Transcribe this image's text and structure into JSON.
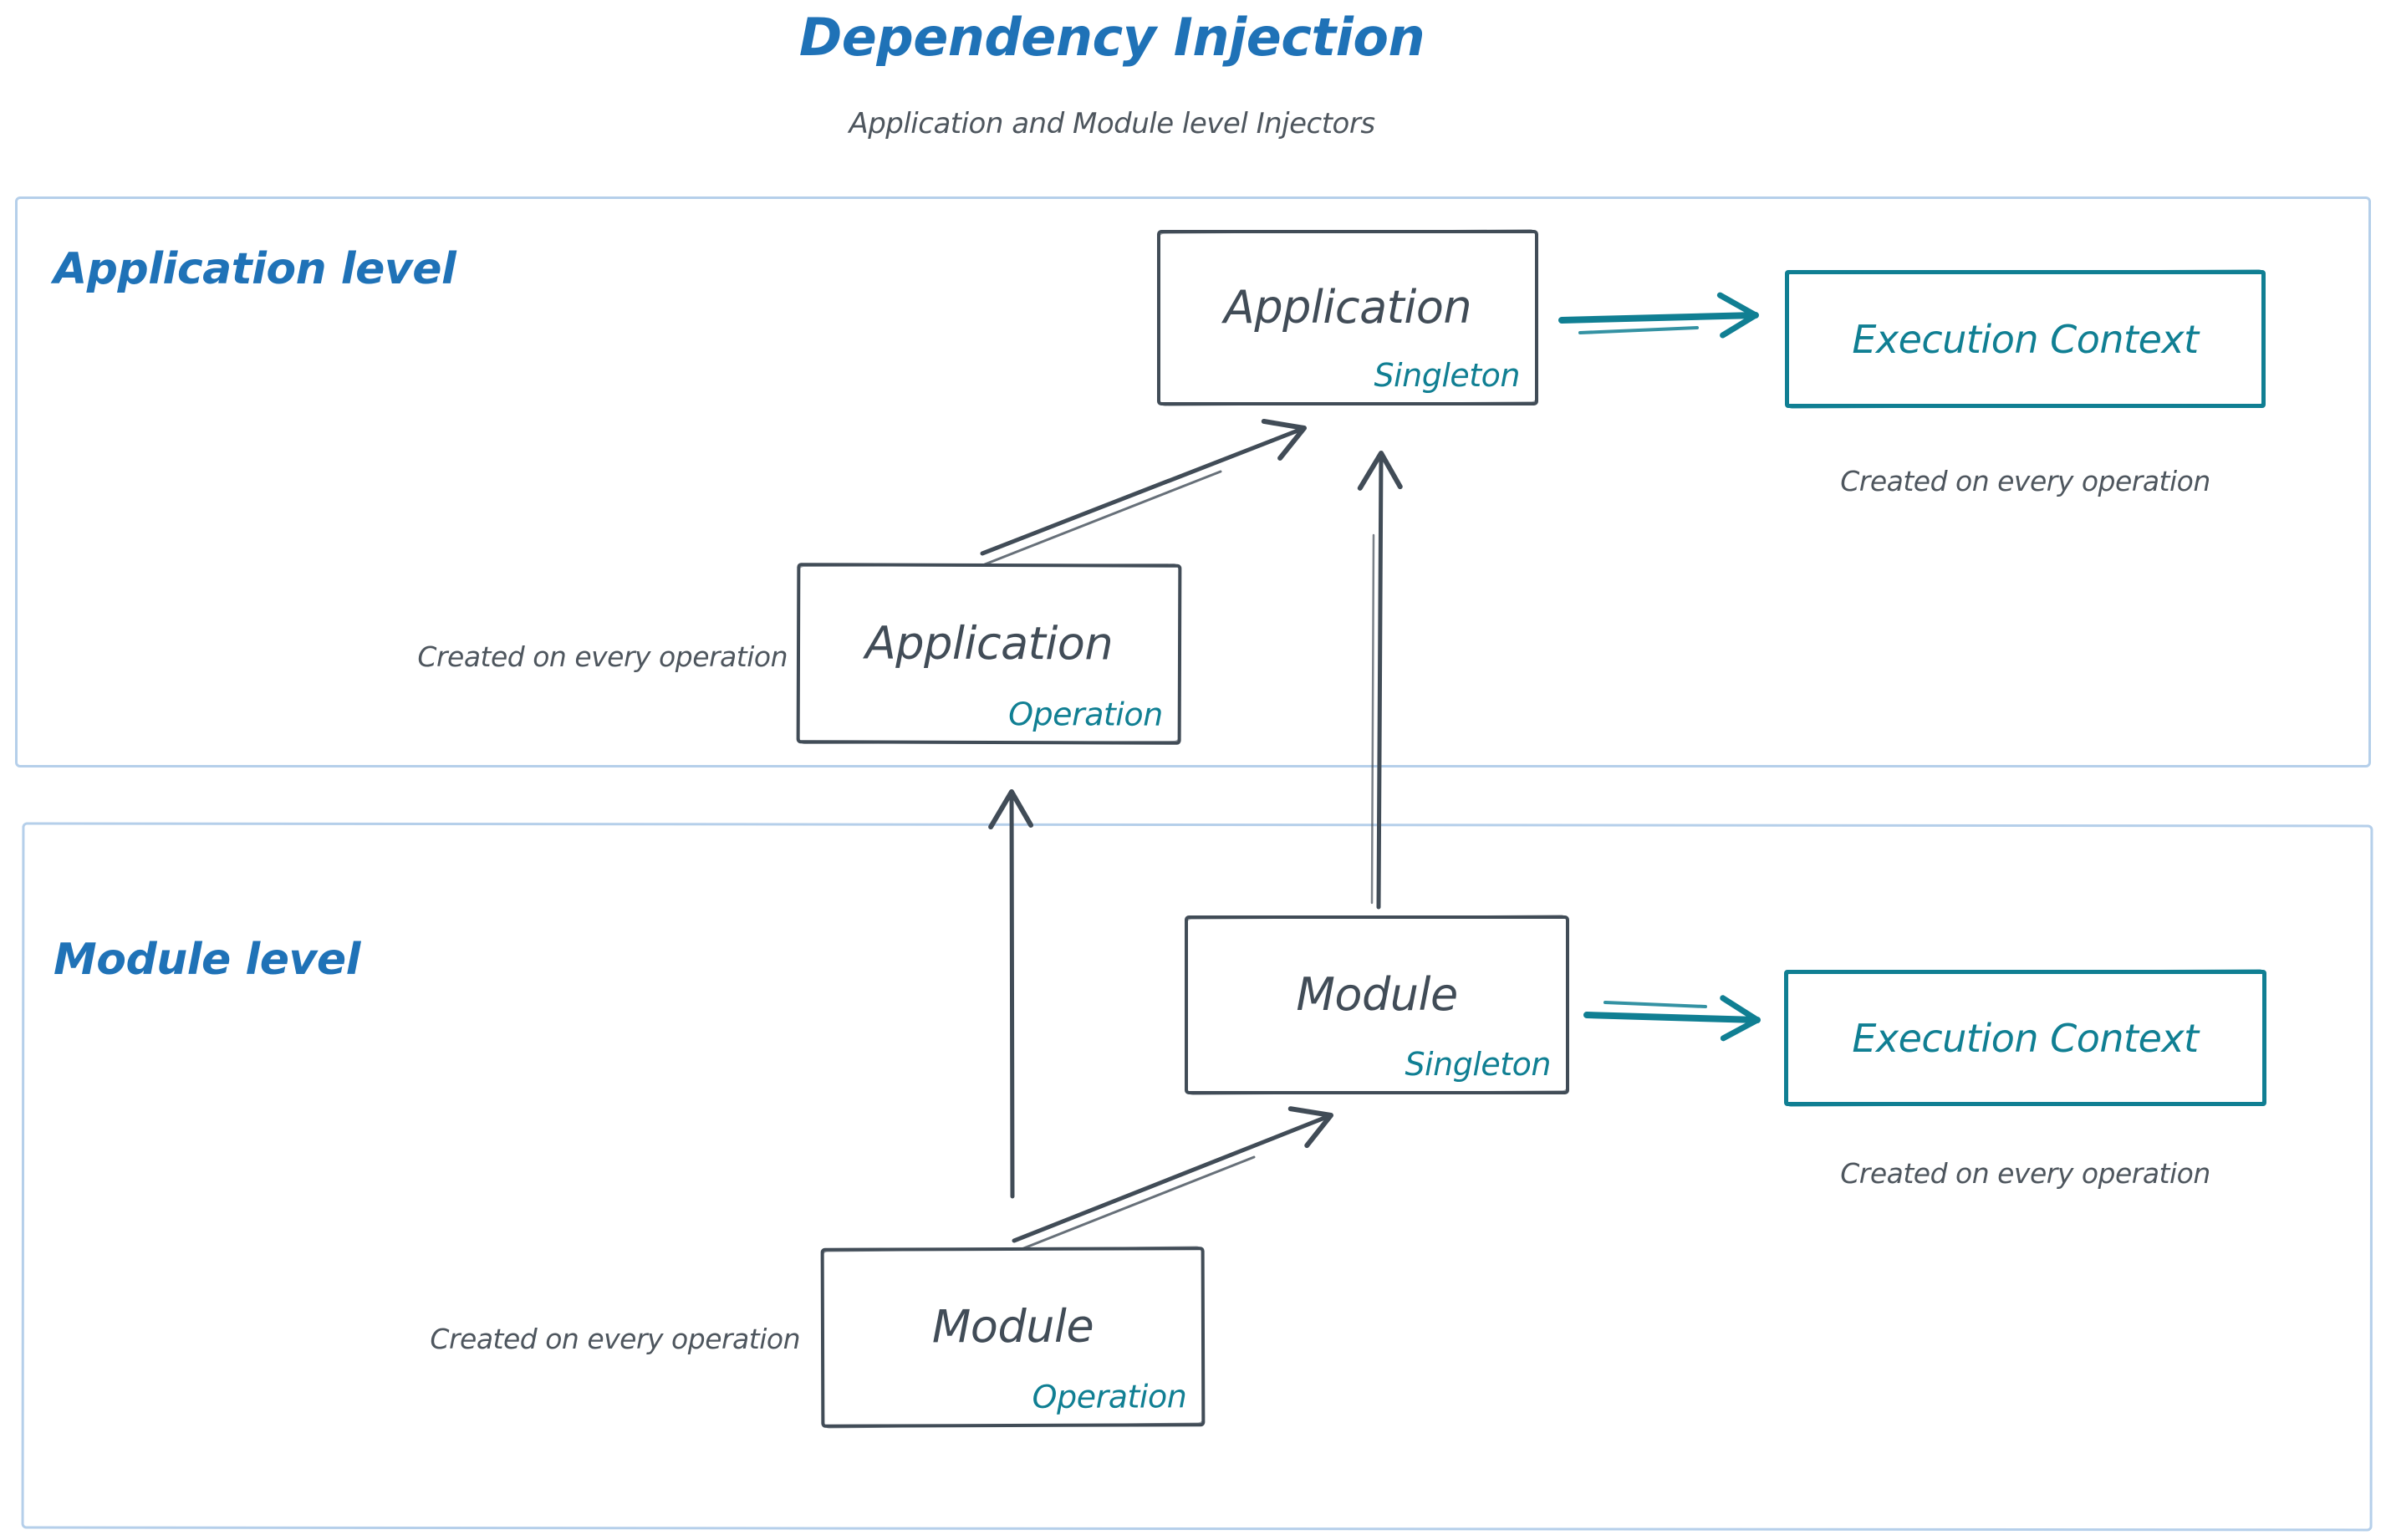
{
  "title": "Dependency Injection",
  "subtitle": "Application and Module level Injectors",
  "colors": {
    "accent_blue": "#1f72b7",
    "accent_teal": "#107f93",
    "stroke_slate": "#414c57",
    "note_gray": "#4e565e",
    "frame_light_blue": "#b5cfea"
  },
  "sections": [
    {
      "label": "Application level",
      "singleton_box": {
        "title": "Application",
        "tag": "Singleton"
      },
      "operation_box": {
        "title": "Application",
        "tag": "Operation"
      },
      "operation_note": "Created on every operation",
      "execution_context": {
        "label": "Execution Context",
        "note": "Created on every operation"
      }
    },
    {
      "label": "Module level",
      "singleton_box": {
        "title": "Module",
        "tag": "Singleton"
      },
      "operation_box": {
        "title": "Module",
        "tag": "Operation"
      },
      "operation_note": "Created on every operation",
      "execution_context": {
        "label": "Execution Context",
        "note": "Created on every operation"
      }
    }
  ],
  "arrows": [
    {
      "from": "application-operation-box",
      "to": "application-singleton-box",
      "color": "slate"
    },
    {
      "from": "module-singleton-box",
      "to": "application-singleton-box",
      "color": "slate"
    },
    {
      "from": "application-singleton-box",
      "to": "application-execution-context",
      "color": "teal"
    },
    {
      "from": "module-operation-box",
      "to": "application-operation-box",
      "color": "slate"
    },
    {
      "from": "module-operation-box",
      "to": "module-singleton-box",
      "color": "slate"
    },
    {
      "from": "module-singleton-box",
      "to": "module-execution-context",
      "color": "teal"
    }
  ]
}
